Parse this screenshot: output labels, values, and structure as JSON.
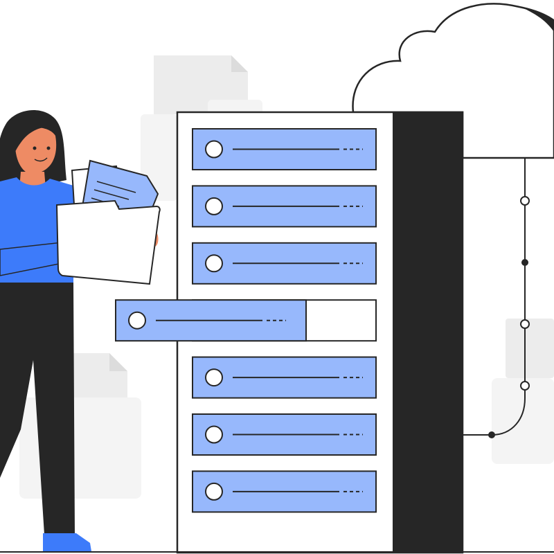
{
  "colors": {
    "background": "#ffffff",
    "outline": "#262626",
    "server_slot": "#97b8fc",
    "server_rack": "#ffffff",
    "server_side": "#262626",
    "shirt": "#3d7bfa",
    "skin": "#ee8b64",
    "hair": "#262626",
    "pants": "#262626",
    "shoe": "#3d7bfa",
    "paper_back": "#ececec",
    "paper_light": "#f4f4f4",
    "document_blue": "#97b8fc",
    "folder": "#ffffff"
  },
  "scene": {
    "description_icons": [
      "cloud-icon",
      "server-rack-icon",
      "folder-icon",
      "document-icon",
      "person-figure"
    ],
    "server": {
      "slot_count": 7,
      "ejected_slot_index": 3
    },
    "cable_nodes": {
      "open_count": 3,
      "filled_count": 2
    }
  }
}
